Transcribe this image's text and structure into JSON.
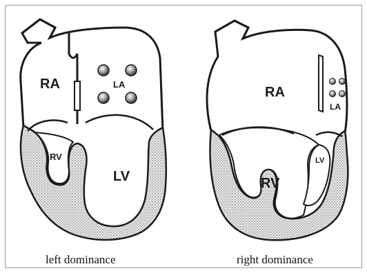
{
  "panels": [
    {
      "caption": "left dominance",
      "labels": {
        "ra": "RA",
        "la": "LA",
        "rv": "RV",
        "lv": "LV"
      }
    },
    {
      "caption": "right dominance",
      "labels": {
        "ra": "RA",
        "la": "LA",
        "rv": "RV",
        "lv": "LV"
      }
    }
  ],
  "colors": {
    "outline": "#1a1a1a",
    "myocardium": "#d6d6d6",
    "background": "#ffffff"
  }
}
